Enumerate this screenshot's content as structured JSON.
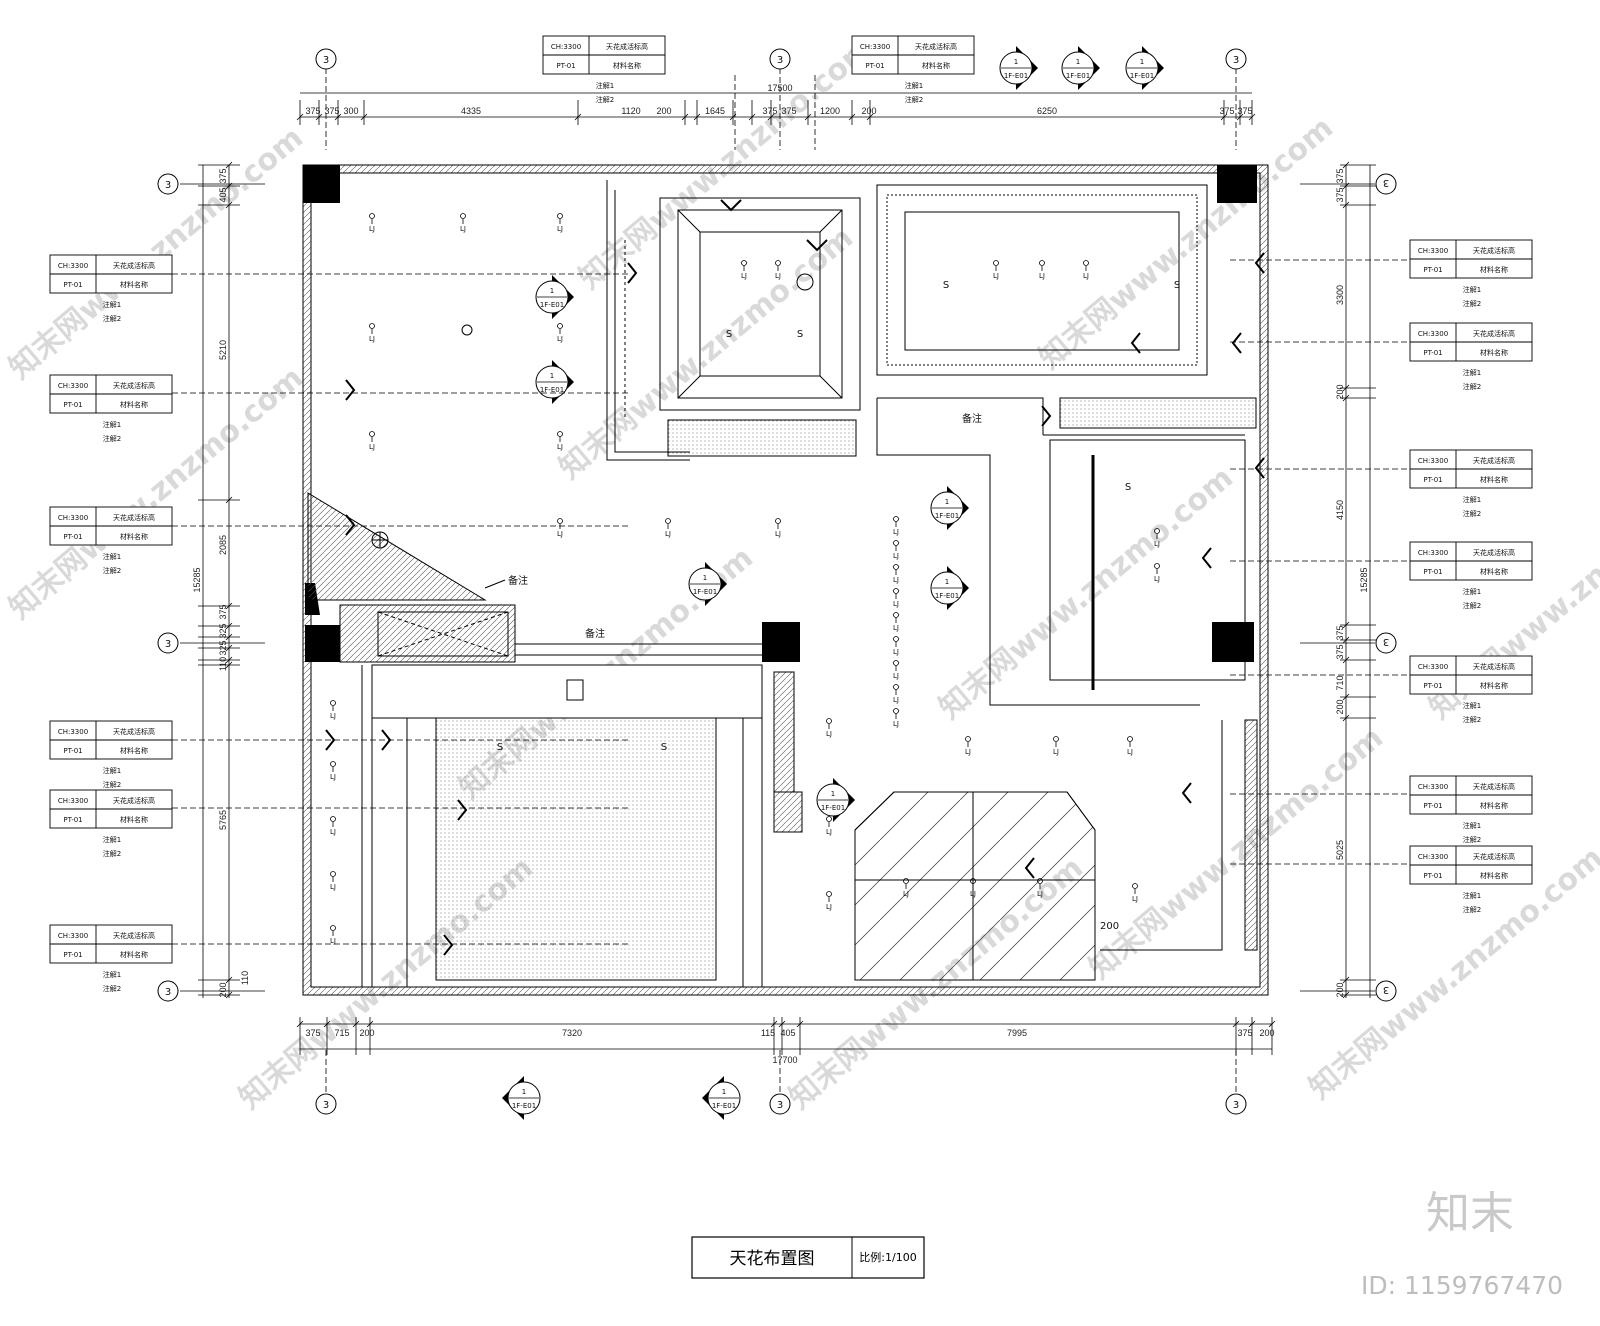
{
  "title_block": {
    "title": "天花布置图",
    "scale": "比例:1/100"
  },
  "branding": {
    "logo": "知末",
    "image_id": "ID: 1159767470",
    "watermark": "知末网www.znzmo.com"
  },
  "grid_axis_label": "3",
  "ceiling_tag": {
    "height": "CH:3300",
    "height_note": "天花成活标高",
    "material_code": "PT-01",
    "material_name": "材料名称",
    "note1": "注解1",
    "note2": "注解2"
  },
  "elevation_tag": {
    "number": "1",
    "sheet": "1F-E01"
  },
  "notes": {
    "remark": "备注",
    "remark_leader": "备注",
    "dim_200": "200"
  },
  "dims_top": [
    "375",
    "375",
    "300",
    "4335",
    "1120",
    "200",
    "1645",
    "375",
    "375",
    "1200",
    "200",
    "6250",
    "375",
    "375"
  ],
  "dims_top_total": "17500",
  "dims_bottom": [
    "375",
    "715",
    "200",
    "7320",
    "115",
    "405",
    "7995",
    "375",
    "200"
  ],
  "dims_bottom_total": "17700",
  "dims_left": [
    "375",
    "405",
    "5210",
    "2085",
    "375",
    "325",
    "325",
    "110",
    "5765",
    "110",
    "200"
  ],
  "dims_left_total": "15285",
  "dims_right": [
    "375",
    "375",
    "3300",
    "200",
    "4150",
    "375",
    "375",
    "710",
    "200",
    "5025",
    "200"
  ],
  "dims_right_total": "15285",
  "symbols": {
    "lamp": "LJ",
    "sensor": "S"
  },
  "colors": {
    "line": "#000000",
    "watermark": "#d9d9d9",
    "hatch": "#555555"
  }
}
